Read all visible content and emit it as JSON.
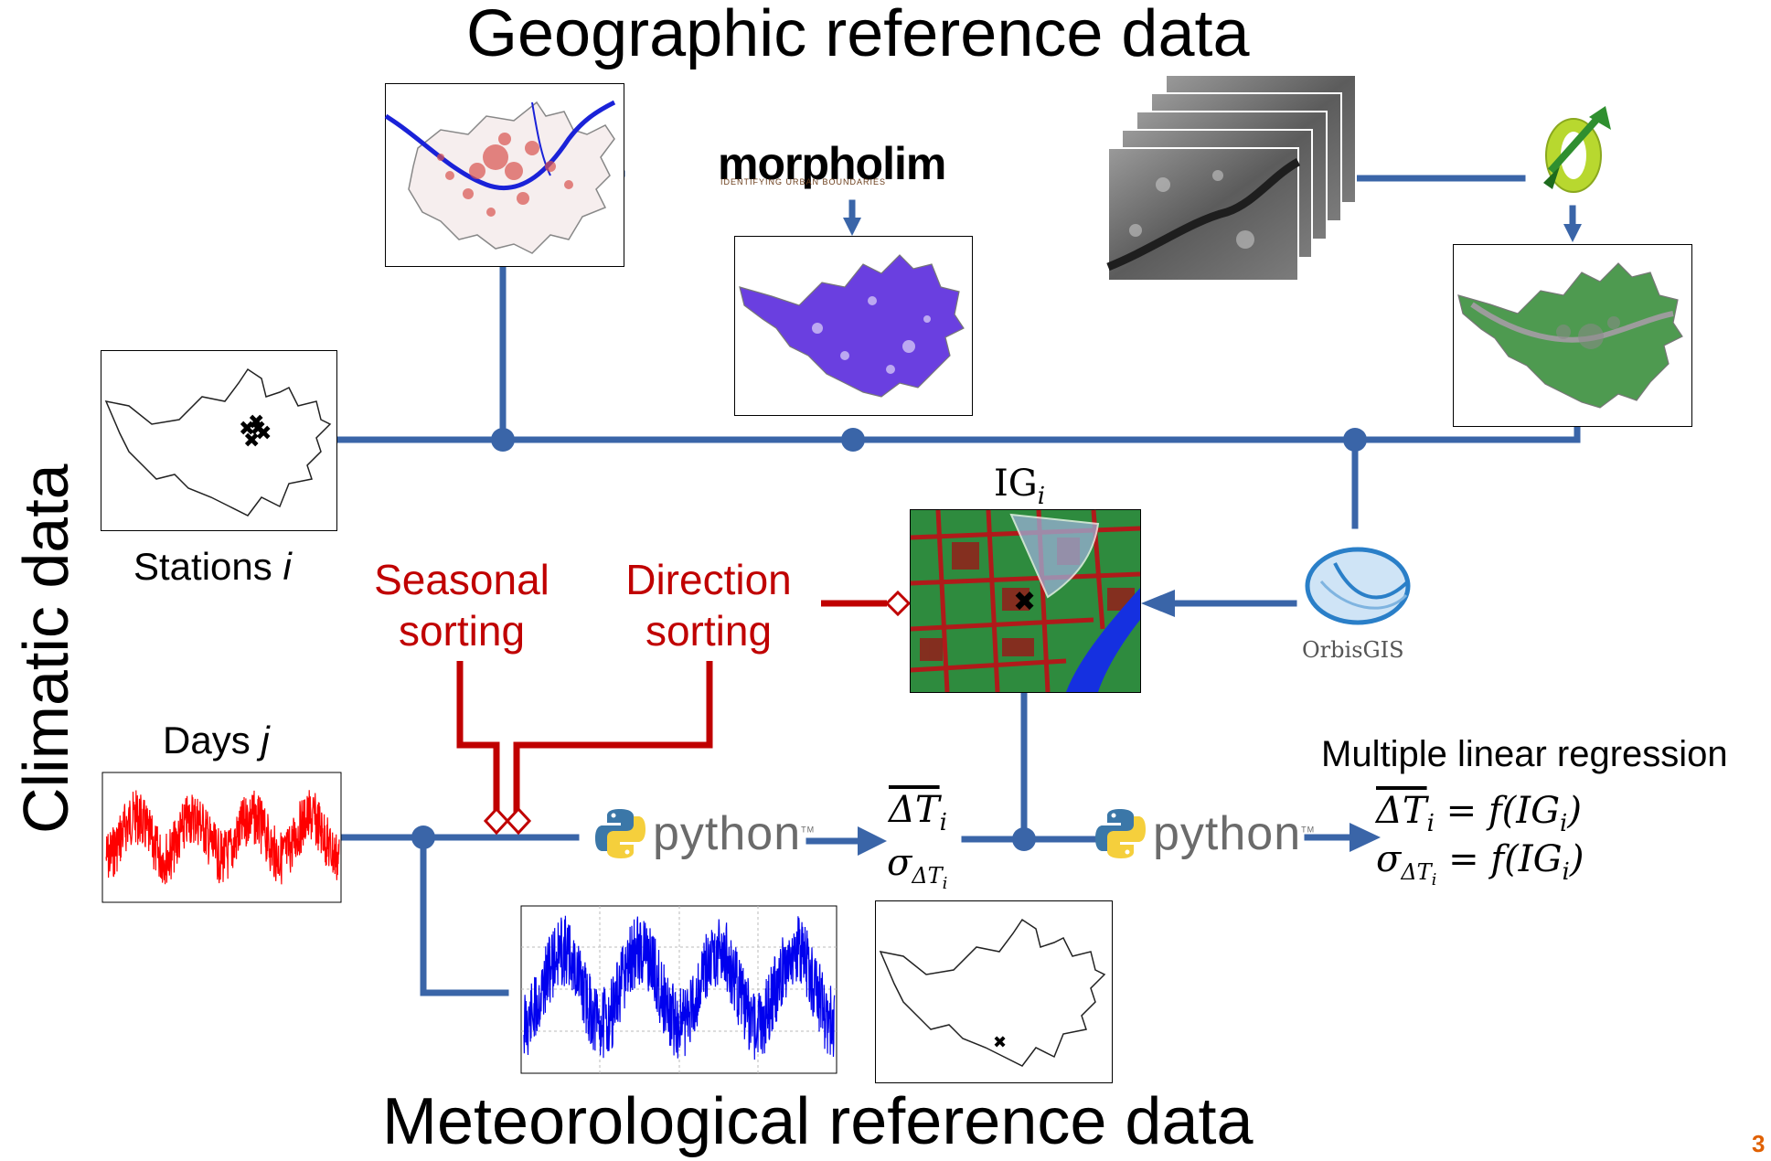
{
  "titles": {
    "top": "Geographic reference data",
    "bottom": "Meteorological reference data",
    "left": "Climatic data"
  },
  "labels": {
    "stations_text": "Stations ",
    "stations_var": "i",
    "days_text": "Days ",
    "days_var": "j",
    "ig": "IG",
    "ig_sub": "i",
    "mlr": "Multiple linear regression"
  },
  "sorting": {
    "seasonal_line1": "Seasonal",
    "seasonal_line2": "sorting",
    "direction_line1": "Direction",
    "direction_line2": "sorting"
  },
  "logos": {
    "python": "python",
    "python_tm": "TM",
    "morpholim": "morpholim",
    "morpholim_sub": "IDENTIFYING URBAN BOUNDARIES",
    "orbisgis": "OrbisGIS"
  },
  "math": {
    "delta_mean": "ΔT",
    "delta_sub": "i",
    "sigma": "σ",
    "sigma_sub": "ΔT",
    "sigma_sub2": "i",
    "eq1_rhs": " = f(IG",
    "eq1_rhs_sub": "i",
    "eq_close": ")"
  },
  "page_number": "3",
  "colors": {
    "connector": "#3a65a8",
    "sorting": "#c00000",
    "purple_map": "#6a3fe0",
    "green_map": "#4e9a50",
    "series_red": "#ff0000",
    "series_blue": "#0000ee"
  }
}
